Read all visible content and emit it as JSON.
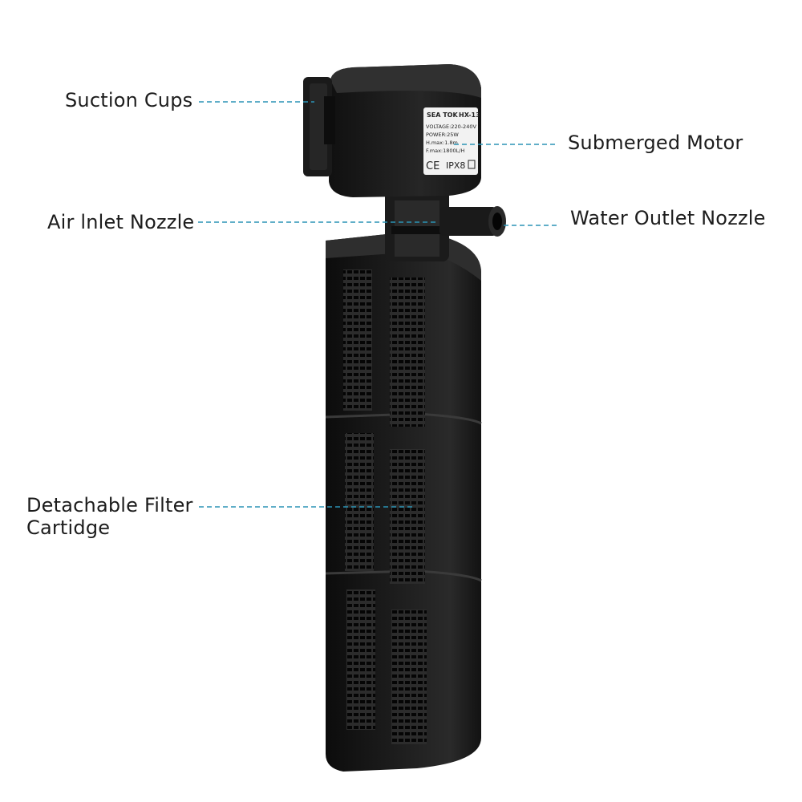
{
  "labels": {
    "suction_cups": "Suction Cups",
    "submerged_motor": "Submerged Motor",
    "air_inlet": "Air lnlet Nozzle",
    "water_outlet": "Water Outlet Nozzle",
    "filter_line1": "Detachable Filter",
    "filter_line2": "Cartidge"
  },
  "nameplate": {
    "brand": "SEA TOK",
    "model": "HX-13",
    "voltage": "VOLTAGE:220-240V",
    "power": "POWER:25W",
    "hmax": "H.max:1.8m",
    "fmax": "F.max:1800L/H",
    "ce": "CE",
    "ipx": "IPX8"
  },
  "colors": {
    "leader": "#2b93b5",
    "device": "#141414",
    "text": "#1c1c1c"
  }
}
